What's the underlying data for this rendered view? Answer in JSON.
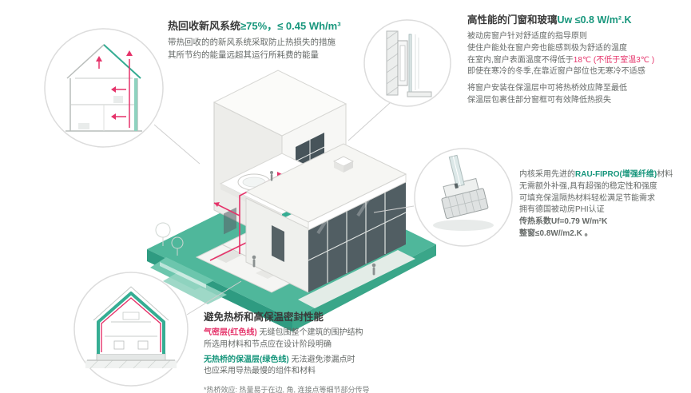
{
  "colors": {
    "teal": "#17967c",
    "red": "#e5336a",
    "platform": "#4fb79b"
  },
  "sections": {
    "heat_recovery": {
      "title_prefix": "热回收新风系统",
      "title_value": "≥75%，≤ 0.45 Wh/m³",
      "body": [
        "带热回收的的新风系统采取防止热损失的措施",
        "其所节约的能量远超其运行所耗费的能量"
      ]
    },
    "windows": {
      "title_prefix": "高性能的门窗和玻璃",
      "title_value": "Uw ≤0.8 W/m².K",
      "line1": "被动房窗户针对舒适度的指导原则",
      "line2": "使住户能处在窗户旁也能感到极为舒适的温度",
      "line3_pre": "在室内,窗户表面温度不得低于",
      "line3_red": "18℃ (不低于室温3℃ )",
      "line4": "即使在寒冷的冬季,在靠近窗户部位也无寒冷不适感",
      "line5": "将窗户安装在保温层中可将热桥效应降至最低",
      "line6": "保温层包裹住部分窗框可有效降低热损失"
    },
    "profile": {
      "line1_pre": "内核采用先进的",
      "line1_teal": "RAU-FIPRO(增强纤维)",
      "line1_post": "材料",
      "line2": "无需额外补强,具有超强的稳定性和强度",
      "line3": "可填充保温隔热材料轻松满足节能需求",
      "line4": "拥有德国被动房PHI认证",
      "line5": "传热系数Uf=0.79 W/m²K",
      "line6": "整窗≤0.8W//m2.K 。"
    },
    "thermal": {
      "title": "避免热桥和高保温密封性能",
      "red_label": "气密层(红色线)",
      "line1_rest": " 无缝包围整个建筑的围护结构",
      "line2": "所选用材料和节点应在设计阶段明确",
      "teal_label": "无热桥的保温层(绿色线)",
      "line3_rest": " 无法避免渗漏点时",
      "line4": "也应采用导热最慢的组件和材料",
      "footnote": "*热桥效应: 热量易于在边, 角, 连接点等细节部分传导"
    }
  }
}
